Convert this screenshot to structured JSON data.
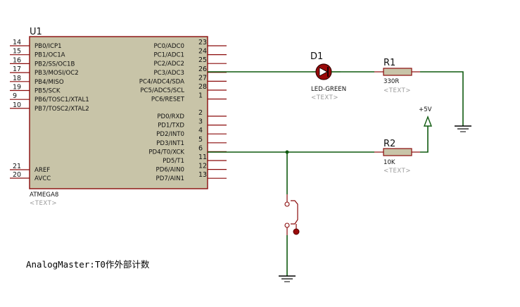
{
  "schematic": {
    "u1": {
      "ref": "U1",
      "part": "ATMEGA8",
      "text_placeholder": "<TEXT>",
      "left_pins": [
        {
          "num": "14",
          "label": "PB0/ICP1"
        },
        {
          "num": "15",
          "label": "PB1/OC1A"
        },
        {
          "num": "16",
          "label": "PB2/SS/OC1B"
        },
        {
          "num": "17",
          "label": "PB3/MOSI/OC2"
        },
        {
          "num": "18",
          "label": "PB4/MISO"
        },
        {
          "num": "19",
          "label": "PB5/SCK"
        },
        {
          "num": "9",
          "label": "PB6/TOSC1/XTAL1"
        },
        {
          "num": "10",
          "label": "PB7/TOSC2/XTAL2"
        },
        {
          "num": "21",
          "label": "AREF"
        },
        {
          "num": "20",
          "label": "AVCC"
        }
      ],
      "right_pins": [
        {
          "num": "23",
          "label": "PC0/ADC0"
        },
        {
          "num": "24",
          "label": "PC1/ADC1"
        },
        {
          "num": "25",
          "label": "PC2/ADC2"
        },
        {
          "num": "26",
          "label": "PC3/ADC3"
        },
        {
          "num": "27",
          "label": "PC4/ADC4/SDA"
        },
        {
          "num": "28",
          "label": "PC5/ADC5/SCL"
        },
        {
          "num": "1",
          "label": "PC6/RESET"
        },
        {
          "num": "2",
          "label": "PD0/RXD"
        },
        {
          "num": "3",
          "label": "PD1/TXD"
        },
        {
          "num": "4",
          "label": "PD2/INT0"
        },
        {
          "num": "5",
          "label": "PD3/INT1"
        },
        {
          "num": "6",
          "label": "PD4/T0/XCK"
        },
        {
          "num": "11",
          "label": "PD5/T1"
        },
        {
          "num": "12",
          "label": "PD6/AIN0"
        },
        {
          "num": "13",
          "label": "PD7/AIN1"
        }
      ]
    },
    "d1": {
      "ref": "D1",
      "value": "LED-GREEN",
      "text_placeholder": "<TEXT>"
    },
    "r1": {
      "ref": "R1",
      "value": "330R",
      "text_placeholder": "<TEXT>"
    },
    "r2": {
      "ref": "R2",
      "value": "10K",
      "text_placeholder": "<TEXT>"
    },
    "power": {
      "label": "+5V"
    },
    "caption": "AnalogMaster:T0作外部计数"
  },
  "colors": {
    "chip_fill": "#c8c4a8",
    "chip_border": "#8a0a0a",
    "wire": "#0f5a0f",
    "pin": "#8a0a0a",
    "component_fill": "#c8c4a8",
    "led_fill": "#9a0a0a"
  }
}
